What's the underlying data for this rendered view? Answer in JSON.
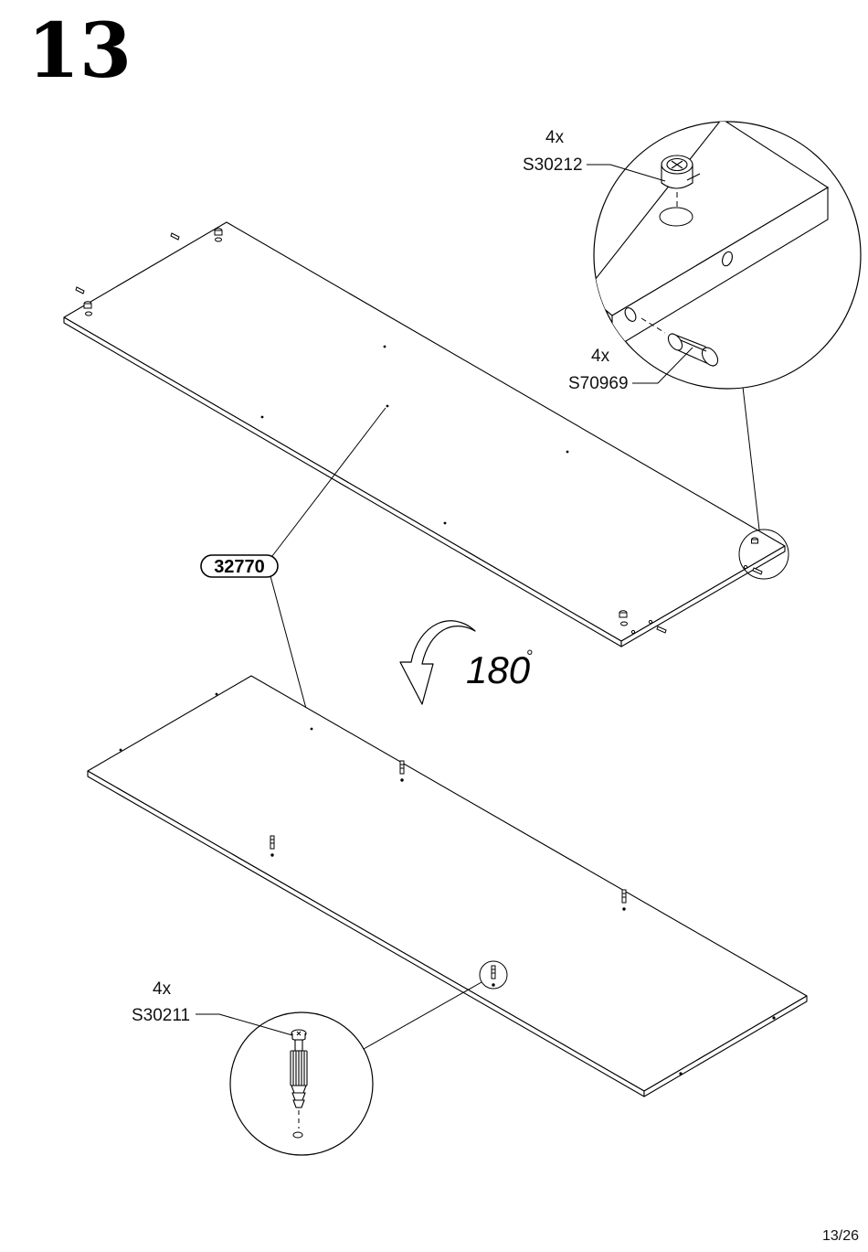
{
  "step_number": "13",
  "page_number": "13/26",
  "panel_part_number": "32770",
  "rotation": {
    "value": "180",
    "unit": "°"
  },
  "hardware": [
    {
      "quantity": "4x",
      "code": "S30212",
      "icon": "cam-lock-housing-icon"
    },
    {
      "quantity": "4x",
      "code": "S70969",
      "icon": "wooden-dowel-icon"
    },
    {
      "quantity": "4x",
      "code": "S30211",
      "icon": "cam-bolt-screw-icon"
    }
  ],
  "colors": {
    "line": "#000000",
    "background": "#ffffff"
  }
}
